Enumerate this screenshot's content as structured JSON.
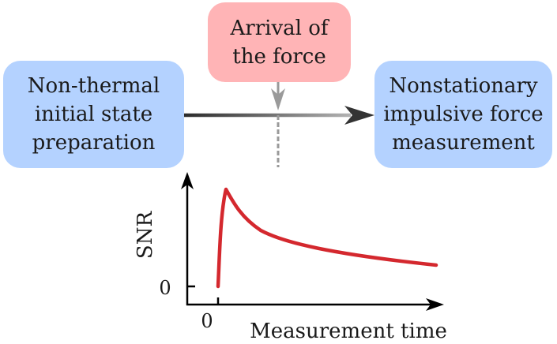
{
  "boxes": {
    "left": {
      "lines": [
        "Non-thermal",
        "initial state",
        "preparation"
      ]
    },
    "right": {
      "lines": [
        "Nonstationary",
        "impulsive force",
        "measurement"
      ]
    },
    "top": {
      "lines": [
        "Arrival of",
        "the force"
      ]
    }
  },
  "colors": {
    "box_blue": "#b4d2ff",
    "box_pink": "#ffb4b6",
    "curve": "#d4282e",
    "arrow_dark": "#3a3a3a",
    "arrow_light": "#9a9a9a"
  },
  "plot": {
    "ylabel": "SNR",
    "xlabel": "Measurement time",
    "x_tick": "0",
    "y_tick": "0"
  }
}
